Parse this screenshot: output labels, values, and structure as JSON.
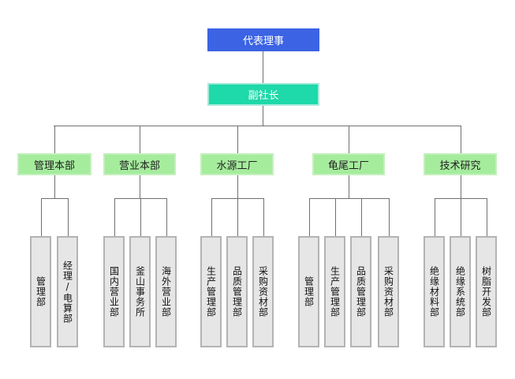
{
  "org_chart": {
    "root": {
      "label": "代表理事",
      "color": "#3b63e3"
    },
    "vice": {
      "label": "副社长",
      "color": "#1ed9a9"
    },
    "departments": [
      {
        "label": "管理本部",
        "units": [
          "管理部",
          "经理/电算部"
        ]
      },
      {
        "label": "营业本部",
        "units": [
          "国内营业部",
          "釜山事务所",
          "海外营业部"
        ]
      },
      {
        "label": "水源工厂",
        "units": [
          "生产管理部",
          "品质管理部",
          "采购资材部"
        ]
      },
      {
        "label": "龟尾工厂",
        "units": [
          "管理部",
          "生产管理部",
          "品质管理部",
          "采购资材部"
        ]
      },
      {
        "label": "技术研究",
        "units": [
          "绝缘材料部",
          "绝缘系统部",
          "树脂开发部"
        ]
      }
    ],
    "colors": {
      "department": "#a5ec9d",
      "unit": "#e6e6e6",
      "connector": "#707070"
    }
  }
}
